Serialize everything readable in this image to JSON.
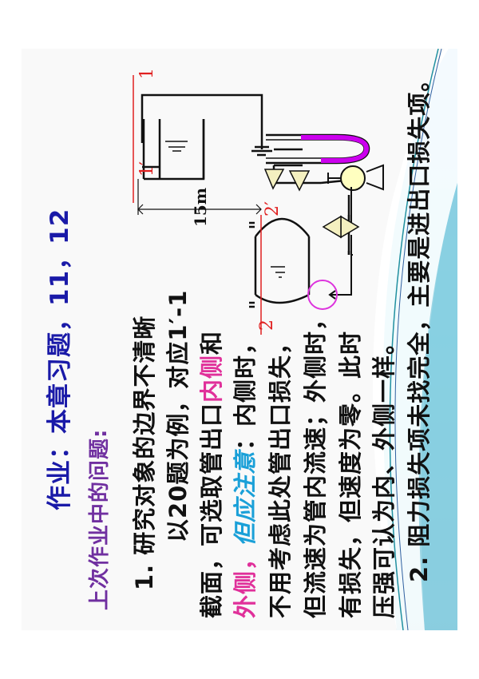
{
  "slide": {
    "title": "作业：本章习题，11，12",
    "subtitle": "上次作业中的问题:",
    "lines": [
      {
        "text": "1. 研究对象的边界不清晰"
      },
      {
        "text": "以20题为例，对应1′-1"
      },
      {
        "parts": [
          "截面，可选取管出口",
          "内侧",
          "和"
        ]
      },
      {
        "parts": [
          "外侧，",
          "但应注意",
          "：内侧时，"
        ]
      },
      {
        "text": "不用考虑此处管出口损失，"
      },
      {
        "text": "但流速为管内流速；外侧时，"
      },
      {
        "text": "有损失，但速度为零。此时"
      },
      {
        "text": "压强可认为内、外侧一样。"
      },
      {
        "text": "2. 阻力损失项未找完全，主要是进出口损失项。"
      }
    ]
  },
  "diagram": {
    "labels": {
      "section_1": "1",
      "section_1_prime": "1′",
      "section_2": "2",
      "section_2_prime": "2′",
      "distance": "15m"
    },
    "colors": {
      "section_line": "#e02020",
      "manometer_fluid": "#cc00ee",
      "pump": "#ffffc0",
      "highlight_circle": "#dd33dd"
    }
  },
  "colors": {
    "title": "#1a1aa8",
    "subtitle": "#7030a0",
    "emphasis_pink": "#e0309a",
    "emphasis_cyan": "#1aa0d8"
  }
}
